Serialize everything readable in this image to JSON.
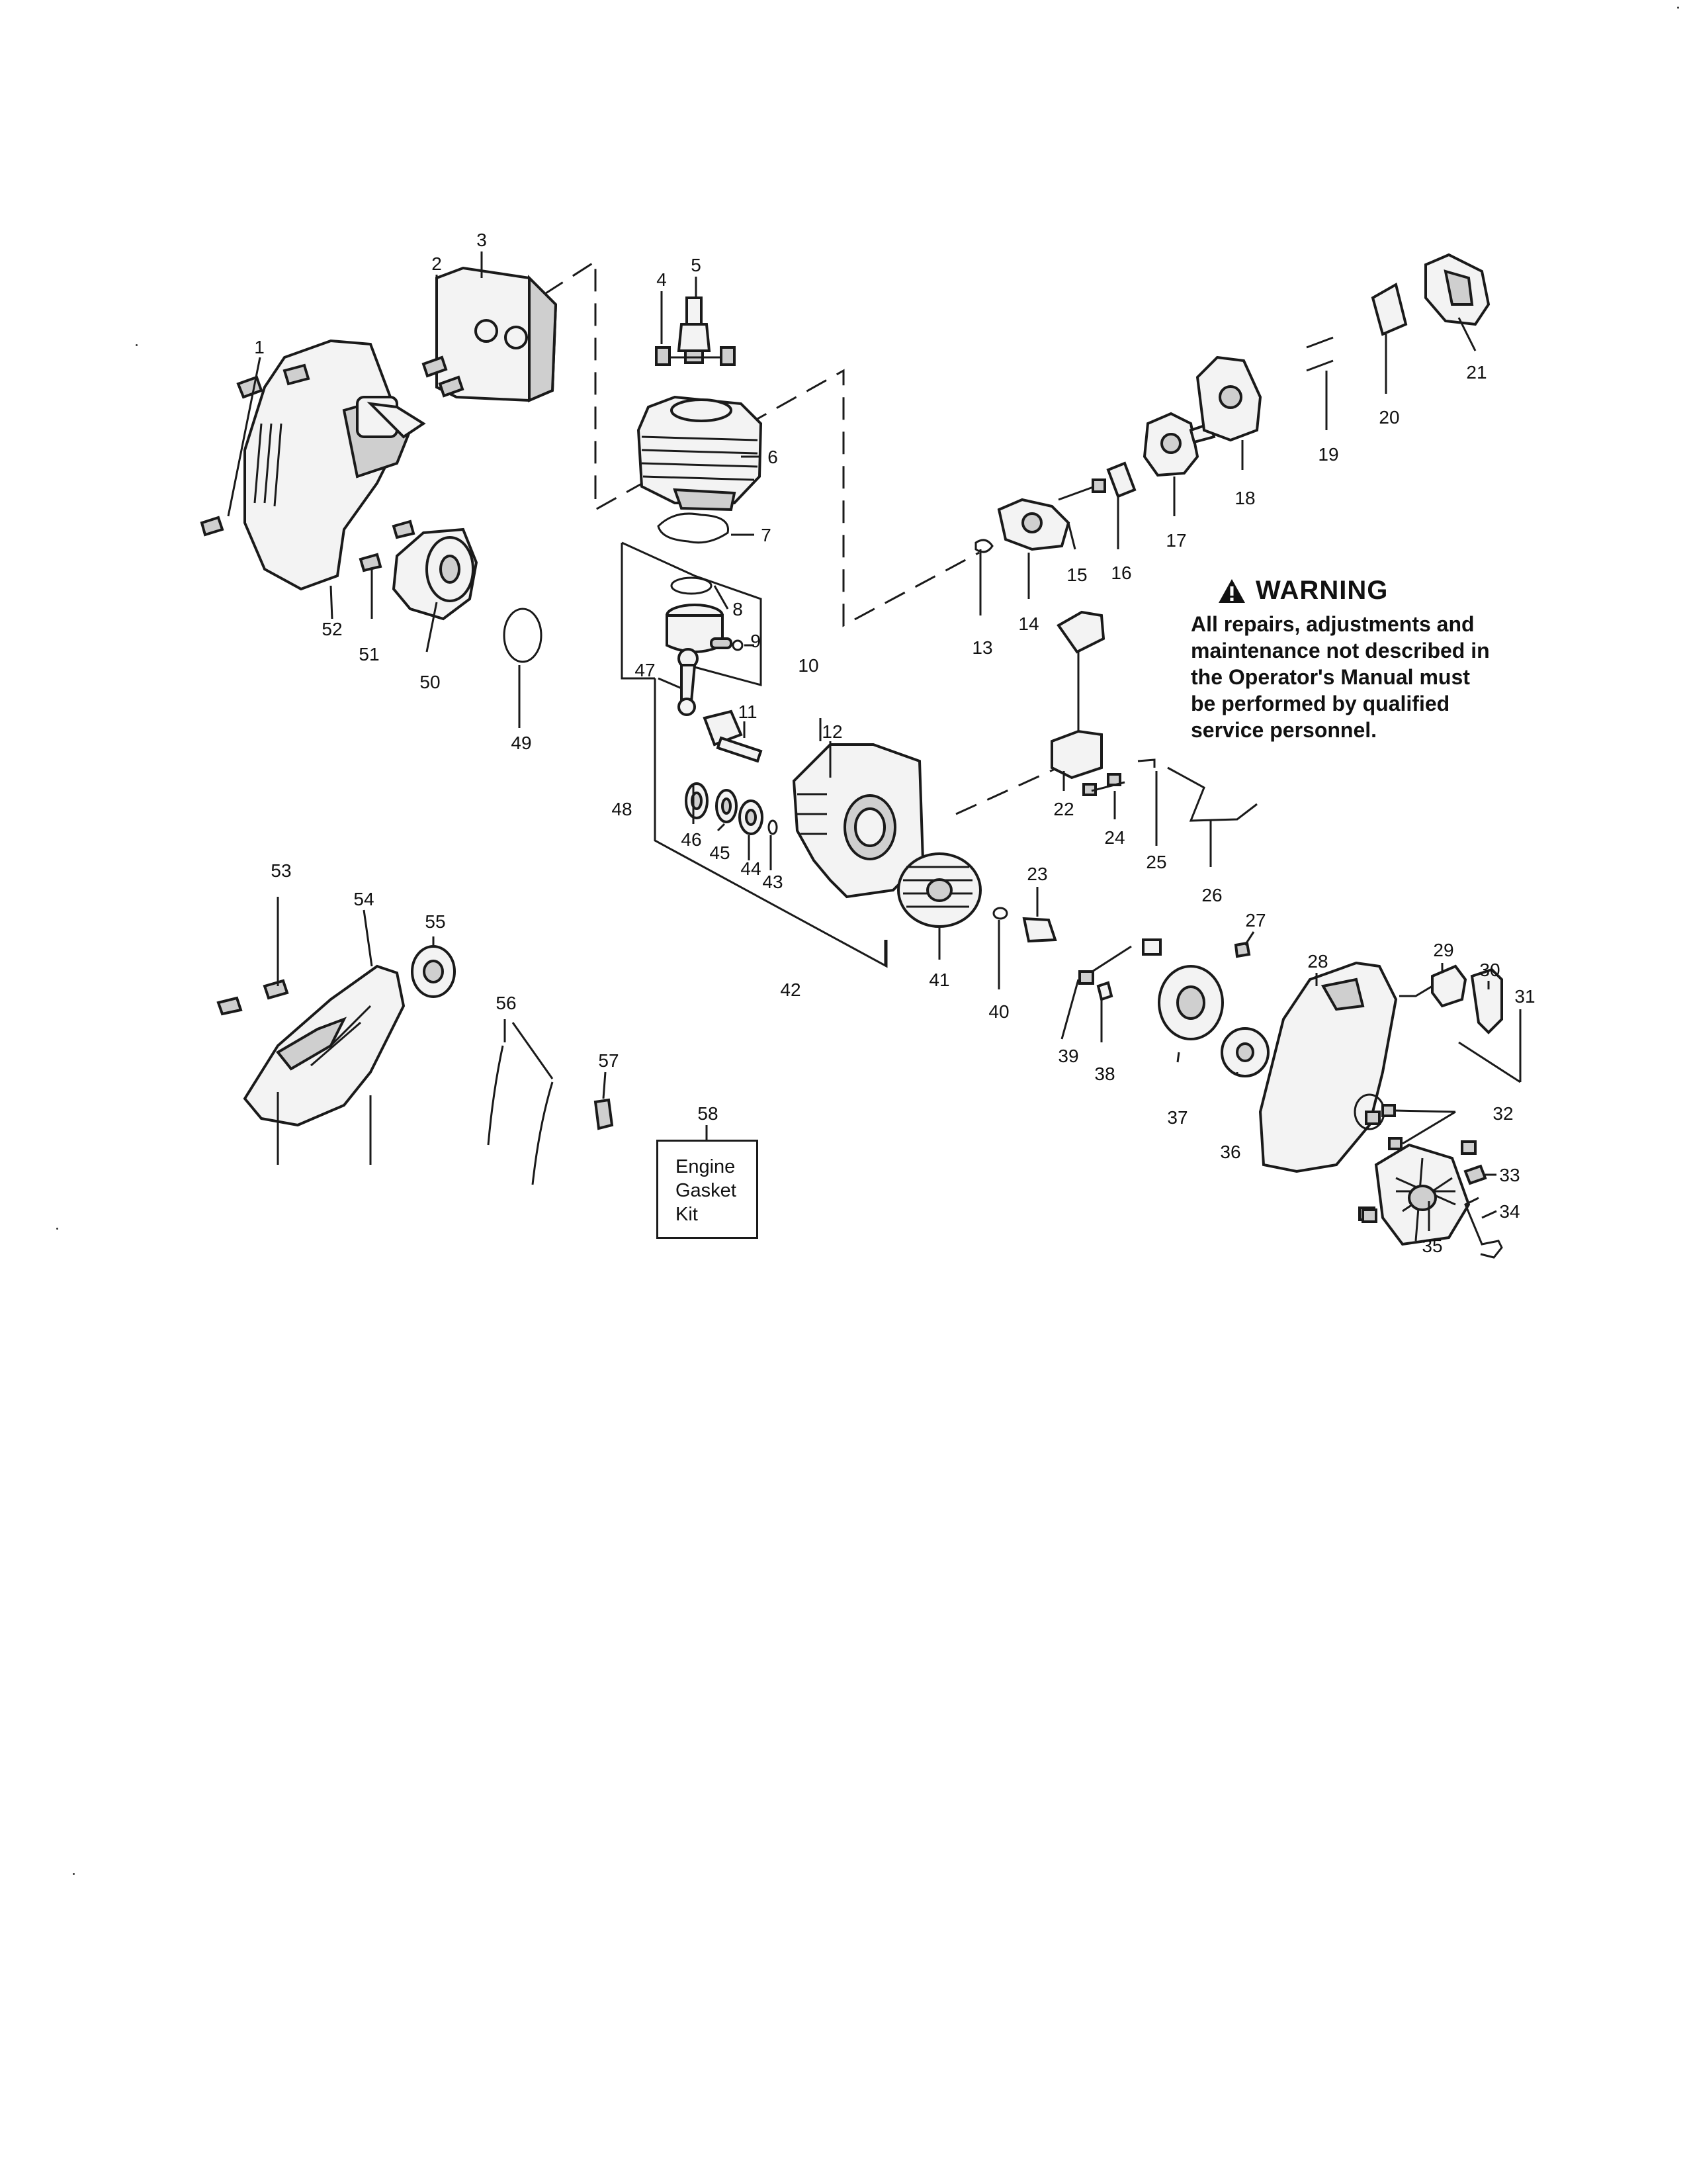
{
  "warning": {
    "icon": "warning-triangle-icon",
    "heading": "WARNING",
    "lines": [
      "All repairs, adjustments and",
      "maintenance not described in",
      "the Operator's Manual must",
      "be performed by qualified",
      "service personnel."
    ]
  },
  "kit": {
    "number": "58",
    "lines": [
      "Engine",
      "Gasket",
      "Kit"
    ]
  },
  "callouts": [
    "1",
    "2",
    "3",
    "4",
    "5",
    "6",
    "7",
    "8",
    "9",
    "10",
    "11",
    "12",
    "13",
    "14",
    "15",
    "16",
    "17",
    "18",
    "19",
    "20",
    "21",
    "22",
    "23",
    "24",
    "25",
    "26",
    "27",
    "28",
    "29",
    "30",
    "31",
    "32",
    "33",
    "34",
    "35",
    "36",
    "37",
    "38",
    "39",
    "40",
    "41",
    "42",
    "43",
    "44",
    "45",
    "46",
    "47",
    "48",
    "49",
    "50",
    "51",
    "52",
    "53",
    "54",
    "55",
    "56",
    "57"
  ]
}
